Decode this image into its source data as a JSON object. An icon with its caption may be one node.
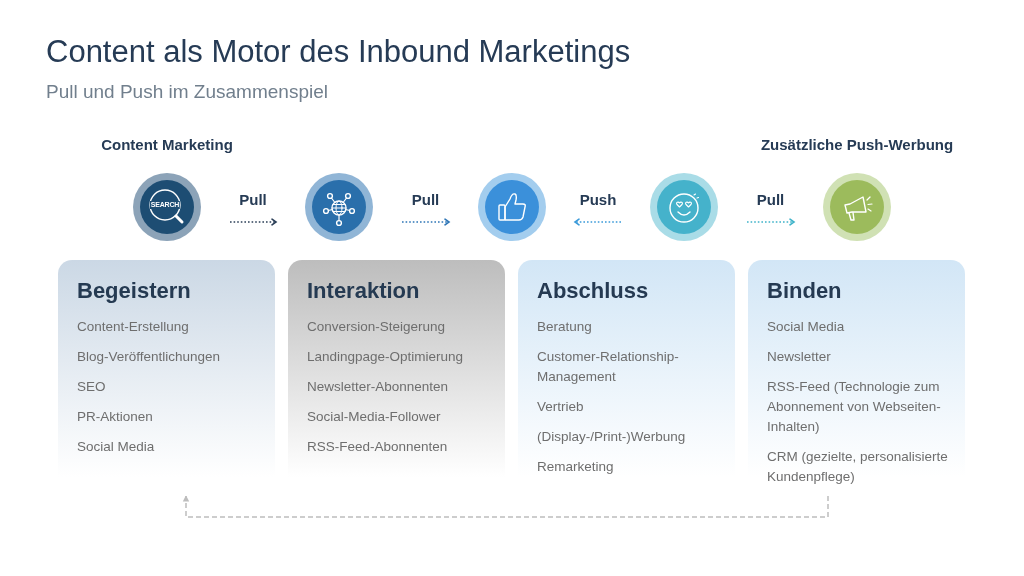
{
  "diagram": {
    "title": "Content als Motor des Inbound Marketings",
    "nodes": [
      {
        "text": [],
        "shape": "circle",
        "beside": [
          "Content Marketing"
        ]
      },
      {
        "text": [],
        "shape": "circle"
      },
      {
        "text": [],
        "shape": "circle"
      },
      {
        "text": [],
        "shape": "circle"
      },
      {
        "text": [],
        "shape": "circle",
        "beside": [
          "Zusätzliche Push-Werbung"
        ]
      },
      {
        "text": [
          "Begeistern",
          "Content-Erstellung",
          "Blog-Veröffentlichungen",
          "SEO",
          "PR-Aktionen",
          "Social Media"
        ]
      },
      {
        "text": [
          "Interaktion",
          "Conversion-Steigerung",
          "Landingpage-Optimierung",
          "Newsletter-Abonnenten",
          "Social-Media-Follower",
          "RSS-Feed-Abonnenten"
        ]
      },
      {
        "text": [
          "Abschluss",
          "Beratung",
          "Customer-Relationship-Management",
          "Vertrieb",
          "(Display-/Print-)Werbung",
          "Remarketing"
        ]
      },
      {
        "text": [
          "Binden",
          "Social Media",
          "Newsletter",
          "RSS-Feed (Technologie zum Abonnement von Webseiten-Inhalten)",
          "CRM (gezielte, personalisierte Kundenpflege)"
        ]
      }
    ],
    "edges": [
      {
        "from": 0,
        "to": 1,
        "arrow": "to",
        "label": "Pull",
        "style": "dashed",
        "color": "#2b3f57"
      },
      {
        "from": 1,
        "to": 2,
        "arrow": "to",
        "label": "Pull",
        "style": "dashed",
        "color": "#2e75b6"
      },
      {
        "from": 3,
        "to": 2,
        "arrow": "to",
        "label": "Push",
        "style": "dashed",
        "color": "#3b9ad9"
      },
      {
        "from": 3,
        "to": 4,
        "arrow": "to",
        "label": "Pull",
        "style": "dashed",
        "color": "#3fb3c9"
      },
      {
        "from": 8,
        "to": 5,
        "arrow": "to",
        "style": "dashed",
        "color": "#bdbdbd"
      }
    ],
    "labels": [
      "Pull und Push im Zusammenspiel",
      "SEARCH"
    ]
  }
}
